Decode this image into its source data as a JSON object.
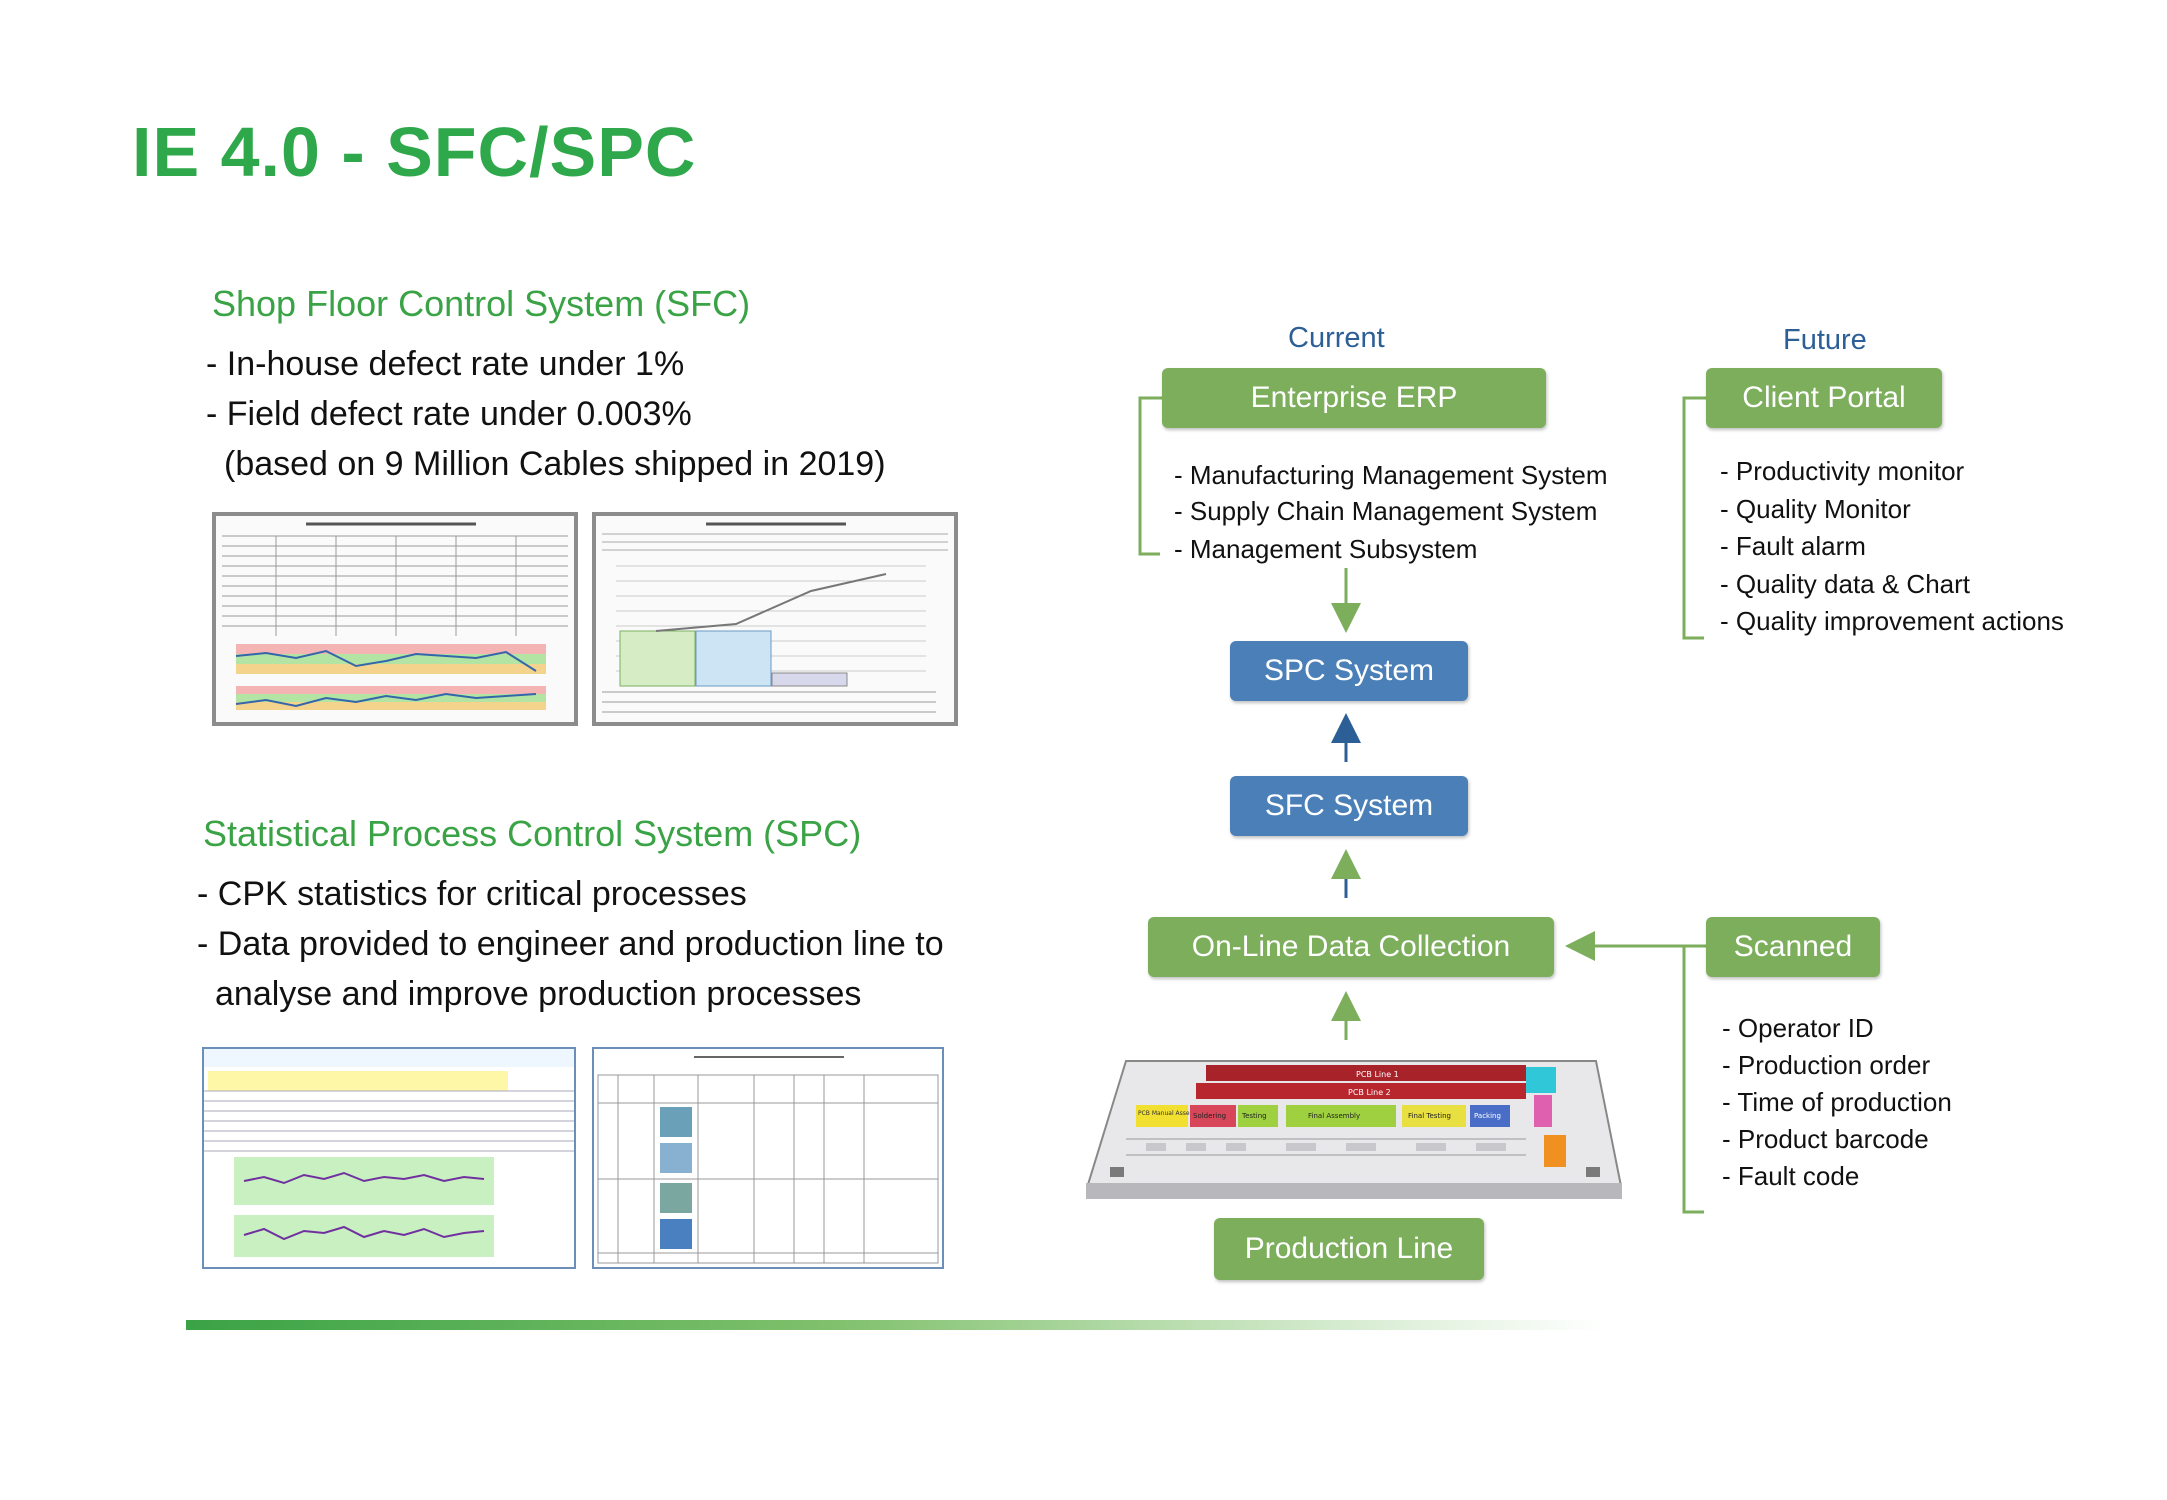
{
  "title": "IE 4.0 - SFC/SPC",
  "sfc": {
    "heading": "Shop Floor Control System (SFC)",
    "bullets": [
      "- In-house defect rate under 1%",
      "- Field defect rate under 0.003%",
      "(based on 9 Million Cables shipped in 2019)"
    ]
  },
  "spc": {
    "heading": "Statistical Process Control System (SPC)",
    "bullets": [
      "- CPK statistics for critical processes",
      "- Data provided to engineer and production line to",
      "analyse and improve production processes"
    ]
  },
  "diagram": {
    "current_label": "Current",
    "future_label": "Future",
    "erp": "Enterprise ERP",
    "erp_items": [
      "- Manufacturing Management System",
      "- Supply Chain Management System",
      "- Management Subsystem"
    ],
    "portal": "Client Portal",
    "portal_items": [
      "- Productivity monitor",
      "- Quality Monitor",
      "- Fault alarm",
      "- Quality data & Chart",
      "- Quality improvement actions"
    ],
    "spc_box": "SPC System",
    "sfc_box": "SFC System",
    "collection": "On-Line Data Collection",
    "scanned": "Scanned",
    "scanned_items": [
      "- Operator ID",
      "- Production order",
      "- Time of production",
      "- Product barcode",
      "- Fault code"
    ],
    "production": "Production Line",
    "factory_labels": [
      "PCB Line 1",
      "PCB Line 2",
      "PCB Manual Assembly",
      "Soldering",
      "Testing",
      "Final Assembly",
      "Final Testing",
      "Packing"
    ]
  },
  "colors": {
    "title_green": "#2ea84a",
    "box_green": "#7cae5c",
    "box_blue": "#4a7fb8",
    "arrow_blue": "#2c5f96",
    "line_green": "#7cae5c"
  }
}
